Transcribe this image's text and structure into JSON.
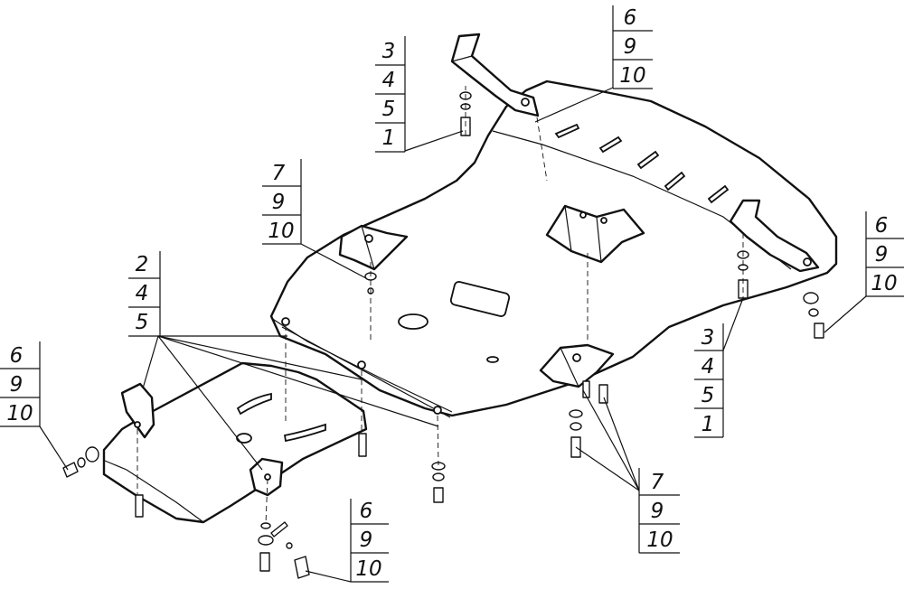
{
  "callouts": [
    {
      "id": "left-top",
      "labels": [
        "3",
        "4",
        "5",
        "1"
      ]
    },
    {
      "id": "top-right",
      "labels": [
        "6",
        "9",
        "10"
      ]
    },
    {
      "id": "center-left",
      "labels": [
        "7",
        "9",
        "10"
      ]
    },
    {
      "id": "left-mid",
      "labels": [
        "2",
        "4",
        "5"
      ]
    },
    {
      "id": "far-left",
      "labels": [
        "6",
        "9",
        "10"
      ]
    },
    {
      "id": "right",
      "labels": [
        "6",
        "9",
        "10"
      ]
    },
    {
      "id": "right-mid",
      "labels": [
        "3",
        "4",
        "5",
        "1"
      ]
    },
    {
      "id": "bottom-right",
      "labels": [
        "7",
        "9",
        "10"
      ]
    },
    {
      "id": "bottom-center",
      "labels": [
        "6",
        "9",
        "10"
      ]
    }
  ]
}
